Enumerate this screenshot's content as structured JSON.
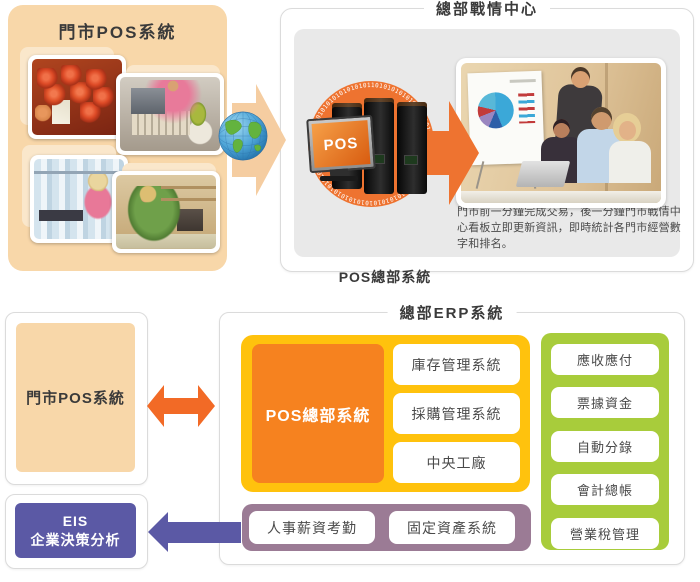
{
  "store_panel": {
    "title": "門市POS系統",
    "photos": [
      "fruit-stand",
      "checkout-counter",
      "clothing-store",
      "shop-counter"
    ]
  },
  "war_room": {
    "title": "總部戰情中心",
    "pos_label": "POS總部系統",
    "monitor_label": "POS",
    "binary_ring": "101010101010101010101010101010101010101010101010101010101010101010101010101010101010101010101010101010101010",
    "caption": "門市前一分鐘完成交易，後一分鐘門市戰情中心看板立即更新資訊，即時統計各門市經營數字和排名。"
  },
  "erp": {
    "title": "總部ERP系統",
    "pos_hq": "POS總部系統",
    "supply_items": [
      "庫存管理系統",
      "採購管理系統",
      "中央工廠"
    ],
    "hr_items": [
      "人事薪資考勤",
      "固定資產系統"
    ],
    "finance_items": [
      "應收應付",
      "票據資金",
      "自動分錄",
      "會計總帳",
      "營業稅管理"
    ]
  },
  "left_column": {
    "store_pos": "門市POS系統",
    "eis_title": "EIS",
    "eis_subtitle": "企業決策分析"
  },
  "palette": {
    "peach": "#F8D7A9",
    "peach_light": "#FAE7CB",
    "arrow_peach": "#F5CDA1",
    "orange_circle": "#EE7330",
    "orange_erp": "#F6821F",
    "yellow": "#FFC20D",
    "green": "#A8CC3B",
    "mauve": "#9B7B95",
    "indigo": "#5B59A5",
    "orange_arrow": "#F26A26",
    "panel_gray": "#E9E9E9",
    "text_dark": "#3A3A3A",
    "text_gray": "#4A4A4A"
  }
}
